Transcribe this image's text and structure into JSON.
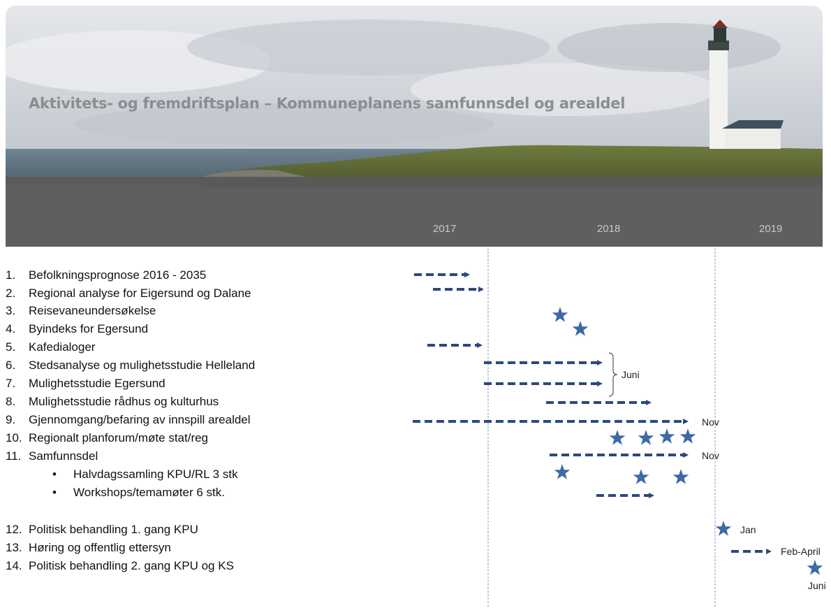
{
  "header": {
    "title": "Aktivitets- og fremdriftsplan – Kommuneplanens samfunnsdel og arealdel",
    "years": [
      "2017",
      "2018",
      "2019"
    ]
  },
  "tasks": [
    {
      "num": "1.",
      "label": "Befolkningsprognose 2016 - 2035"
    },
    {
      "num": "2.",
      "label": "Regional analyse for Eigersund og Dalane"
    },
    {
      "num": "3.",
      "label": "Reisevaneundersøkelse"
    },
    {
      "num": "4.",
      "label": "Byindeks for Egersund"
    },
    {
      "num": "5.",
      "label": "Kafedialoger"
    },
    {
      "num": "6.",
      "label": "Stedsanalyse og mulighetsstudie Helleland"
    },
    {
      "num": "7.",
      "label": "Mulighetsstudie Egersund"
    },
    {
      "num": "8.",
      "label": "Mulighetsstudie rådhus og kulturhus"
    },
    {
      "num": "9.",
      "label": "Gjennomgang/befaring av innspill arealdel"
    },
    {
      "num": "10.",
      "label": "Regionalt planforum/møte stat/reg"
    },
    {
      "num": "11.",
      "label": "Samfunnsdel"
    },
    {
      "num": "•",
      "label": "Halvdagssamling KPU/RL 3 stk"
    },
    {
      "num": "•",
      "label": "Workshops/temamøter 6 stk."
    },
    {
      "num": "12.",
      "label": "Politisk behandling 1. gang KPU"
    },
    {
      "num": "13.",
      "label": "Høring og offentlig ettersyn"
    },
    {
      "num": "14.",
      "label": "Politisk behandling 2. gang KPU og KS"
    }
  ],
  "notes": {
    "juni_bracket": "Juni",
    "nov_9": "Nov",
    "nov_11": "Nov",
    "jan_12": "Jan",
    "feb_april_13": "Feb-April",
    "juni_14": "Juni"
  },
  "colors": {
    "marker": "#2b4a7a",
    "star": "#3d6aa6",
    "band": "#5a5a5a",
    "divider": "#8a94b8"
  },
  "icons": [
    "lighthouse-photo",
    "star-icon",
    "dashed-arrow"
  ]
}
